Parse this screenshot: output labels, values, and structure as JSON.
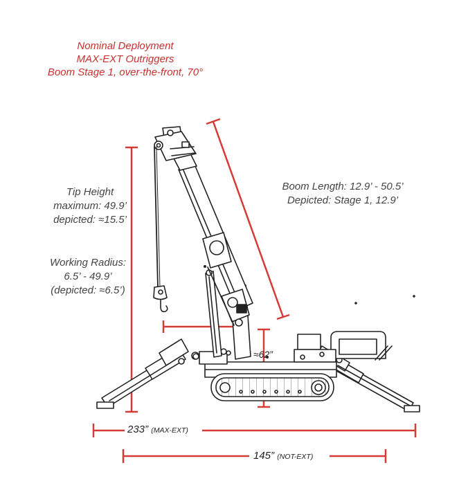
{
  "title": {
    "line1": "Nominal Deployment",
    "line2": "MAX-EXT Outriggers",
    "line3": "Boom Stage 1, over-the-front, 70°"
  },
  "tip_height": {
    "line1": "Tip Height",
    "line2": "maximum: 49.9’",
    "line3": "depicted: ≈15.5’"
  },
  "working_radius": {
    "line1": "Working Radius:",
    "line2": "6.5’ - 49.9’",
    "line3": "(depicted: ≈6.5’)"
  },
  "boom_length": {
    "line1": "Boom Length: 12.9’ - 50.5’",
    "line2": "Depicted: Stage 1, 12.9’"
  },
  "height_dim": {
    "value": "≈62”"
  },
  "width_max": {
    "value": "233”",
    "qualifier": "(MAX-EXT)"
  },
  "width_not": {
    "value": "145”",
    "qualifier": "(NOT-EXT)"
  },
  "colors": {
    "dimension_red": "#d63a35",
    "title_red": "#c8312f",
    "line_art": "#222222"
  }
}
